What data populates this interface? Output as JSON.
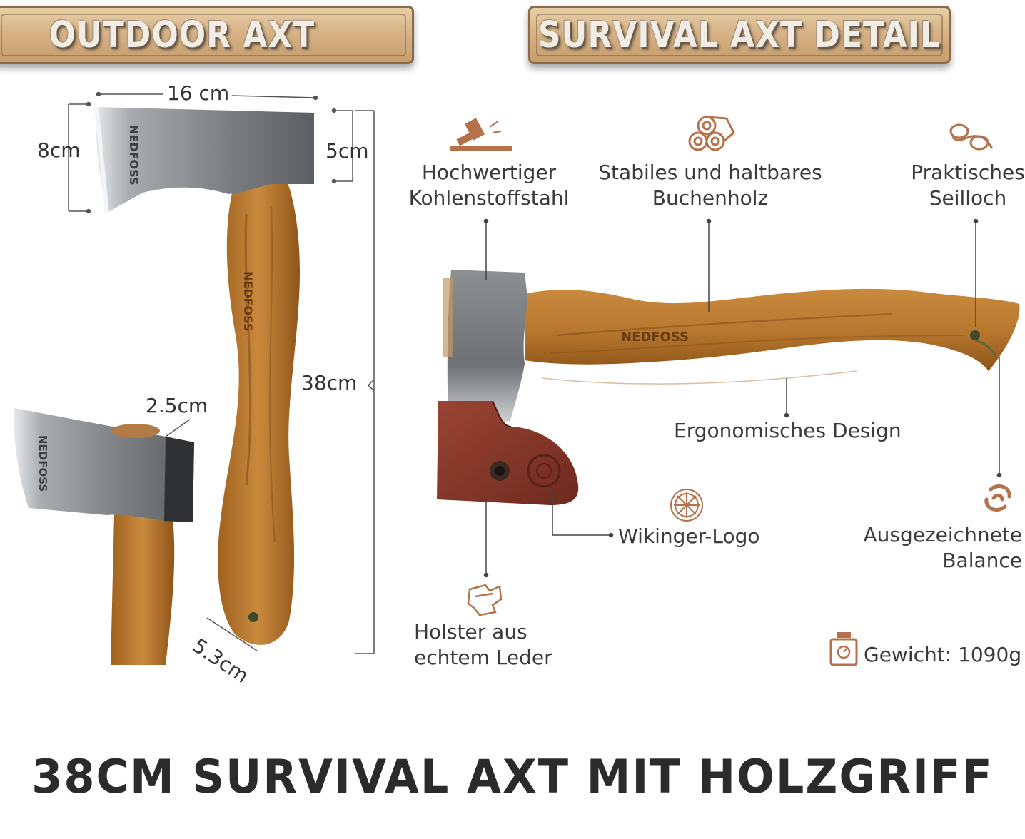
{
  "banners": {
    "left": "OUTDOOR AXT",
    "right": "SURVIVAL AXT DETAIL"
  },
  "dimensions": {
    "width_head": "16 cm",
    "height_head": "8cm",
    "poll": "5cm",
    "length": "38cm",
    "thickness": "2.5cm",
    "grip": "5.3cm"
  },
  "features": {
    "steel": [
      "Hochwertiger",
      "Kohlenstoffstahl"
    ],
    "wood": [
      "Stabiles und haltbares",
      "Buchenholz"
    ],
    "hole": [
      "Praktisches",
      "Seilloch"
    ],
    "design": "Ergonomisches Design",
    "logo": "Wikinger-Logo",
    "balance": [
      "Ausgezeichnete",
      "Balance"
    ],
    "holster": [
      "Holster aus",
      "echtem Leder"
    ],
    "weight": "Gewicht: 1090g"
  },
  "brand": "NEDFOSS",
  "title": "38CM SURVIVAL AXT MIT HOLZGRIFF",
  "colors": {
    "wood": "#b8782f",
    "steel": "#8a8d90",
    "leather": "#8c3a2a",
    "accent": "#b5714a"
  },
  "icons": [
    "hammer-icon",
    "logs-icon",
    "rope-icon",
    "viking-compass-icon",
    "balance-swirl-icon",
    "leather-icon",
    "scale-icon"
  ]
}
